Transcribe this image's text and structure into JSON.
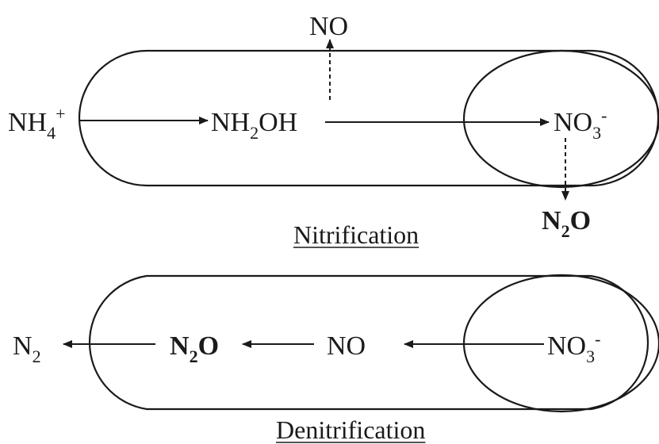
{
  "nitrification": {
    "title": "Nitrification",
    "species": {
      "nh4": {
        "base": "NH",
        "sub": "4",
        "sup": "+"
      },
      "nh2oh": {
        "pre": "NH",
        "sub": "2",
        "post": "OH"
      },
      "no3": {
        "base": "NO",
        "sub": "3",
        "sup": "-"
      },
      "no": {
        "text": "NO"
      },
      "n2o": {
        "base": "N",
        "sub": "2",
        "post": "O"
      }
    },
    "arrows": [
      {
        "from": "NH4+",
        "to": "NH2OH",
        "style": "solid"
      },
      {
        "from": "NH2OH",
        "to": "NO3-",
        "style": "solid"
      },
      {
        "from": "NH2OH",
        "to": "NO",
        "style": "dashed"
      },
      {
        "from": "NO3-",
        "to": "N2O",
        "style": "dashed"
      }
    ]
  },
  "denitrification": {
    "title": "Denitrification",
    "species": {
      "n2": {
        "base": "N",
        "sub": "2"
      },
      "n2o": {
        "base": "N",
        "sub": "2",
        "post": "O"
      },
      "no": {
        "text": "NO"
      },
      "no3": {
        "base": "NO",
        "sub": "3",
        "sup": "-"
      }
    },
    "arrows": [
      {
        "from": "NO3-",
        "to": "NO",
        "style": "solid"
      },
      {
        "from": "NO",
        "to": "N2O",
        "style": "solid"
      },
      {
        "from": "N2O",
        "to": "N2",
        "style": "solid"
      }
    ]
  }
}
